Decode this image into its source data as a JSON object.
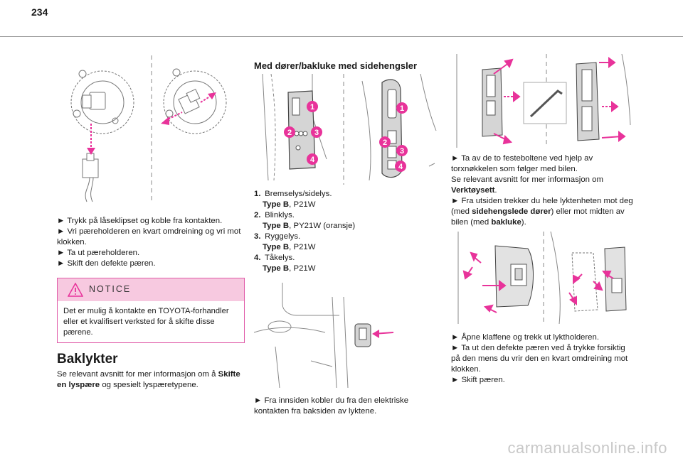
{
  "page": {
    "number": "234"
  },
  "col1": {
    "steps": [
      "► Trykk på låseklipset og koble fra kontakten.",
      "► Vri pæreholderen en kvart omdreining og vri mot klokken.",
      "► Ta ut pæreholderen.",
      "► Skift den defekte pæren."
    ],
    "notice": {
      "title": "NOTICE",
      "text": "Det er mulig å kontakte en TOYOTA-forhandler eller et kvalifisert verksted for å skifte disse pærene."
    },
    "section_title": "Baklykter",
    "section_intro_pre": "Se relevant avsnitt for mer informasjon om å ",
    "section_intro_link": "Skifte en lyspære",
    "section_intro_post": " og spesielt lyspæretypene."
  },
  "col2": {
    "heading": "Med dører/bakluke med sidehengsler",
    "callouts": [
      "1",
      "2",
      "3",
      "4"
    ],
    "bulbs": [
      {
        "num": "1.",
        "name": "Bremselys/sidelys.",
        "type_label": "Type B",
        "type_value": ", P21W"
      },
      {
        "num": "2.",
        "name": "Blinklys.",
        "type_label": "Type B",
        "type_value": ", PY21W (oransje)"
      },
      {
        "num": "3.",
        "name": "Ryggelys.",
        "type_label": "Type B",
        "type_value": ", P21W"
      },
      {
        "num": "4.",
        "name": "Tåkelys.",
        "type_label": "Type B",
        "type_value": ", P21W"
      }
    ],
    "step": "► Fra innsiden kobler du fra den elektriske kontakten fra baksiden av lyktene."
  },
  "col3": {
    "p1_line1": "► Ta av de to festeboltene ved hjelp av torxnøkkelen som følger med bilen.",
    "p1_line2_pre": "Se relevant avsnitt for mer informasjon om ",
    "p1_line2_bold": "Verktøysett",
    "p1_line2_post": ".",
    "p1_line3_pre": "► Fra utsiden trekker du hele lyktenheten mot deg (med ",
    "p1_line3_bold1": "sidehengslede dører",
    "p1_line3_mid": ") eller mot midten av bilen (med ",
    "p1_line3_bold2": "bakluke",
    "p1_line3_post": ").",
    "steps2": [
      "► Åpne klaffene og trekk ut lyktholderen.",
      "► Ta ut den defekte pæren ved å trykke forsiktig på den mens du vrir den en kvart omdreining mot klokken.",
      "► Skift pæren."
    ]
  },
  "footer": {
    "watermark": "carmanualsonline.info"
  },
  "colors": {
    "accent": "#e8339a",
    "notice_bg": "#f7c9e0",
    "line": "#555555"
  }
}
